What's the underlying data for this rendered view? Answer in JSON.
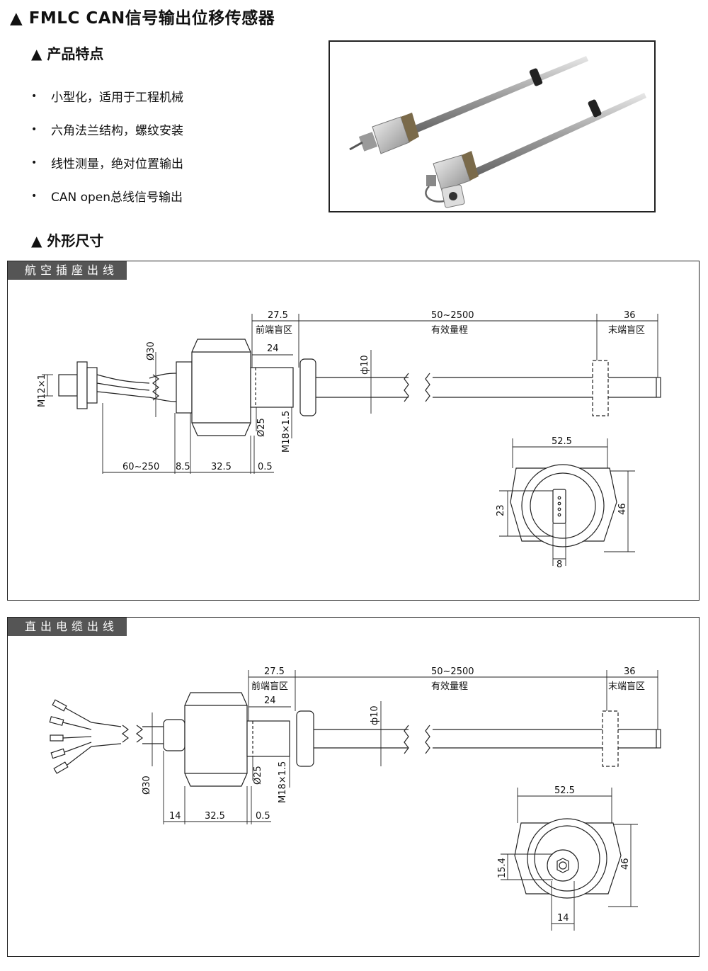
{
  "title": "▲ FMLC  CAN信号输出位移传感器",
  "features": {
    "heading": "▲ 产品特点",
    "items": [
      "小型化，适用于工程机械",
      "六角法兰结构，螺纹安装",
      "线性测量，绝对位置输出",
      "CAN open总线信号输出"
    ]
  },
  "dimensions_heading": "▲ 外形尺寸",
  "panel1": {
    "tab": "航空插座出线",
    "dims": {
      "front_dead": "27.5",
      "front_dead_label": "前端盲区",
      "range": "50~2500",
      "range_label": "有效量程",
      "end_dead": "36",
      "end_dead_label": "末端盲区",
      "thread_len": "24",
      "dia30": "Ø30",
      "phi10": "ф10",
      "m12": "M12×1",
      "dia25": "Ø25",
      "m18": "M18×1.5",
      "cable_len": "60~250",
      "d85": "8.5",
      "d325": "32.5",
      "d05": "0.5",
      "hex_w": "52.5",
      "hex_h": "46",
      "conn_h": "23",
      "conn_w": "8"
    }
  },
  "panel2": {
    "tab": "直出电缆出线",
    "dims": {
      "front_dead": "27.5",
      "front_dead_label": "前端盲区",
      "range": "50~2500",
      "range_label": "有效量程",
      "end_dead": "36",
      "end_dead_label": "末端盲区",
      "thread_len": "24",
      "dia30": "Ø30",
      "phi10": "ф10",
      "dia25": "Ø25",
      "m18": "M18×1.5",
      "d14": "14",
      "d325": "32.5",
      "d05": "0.5",
      "hex_w": "52.5",
      "hex_h": "46",
      "gland_h": "15.4",
      "gland_w": "14"
    }
  }
}
